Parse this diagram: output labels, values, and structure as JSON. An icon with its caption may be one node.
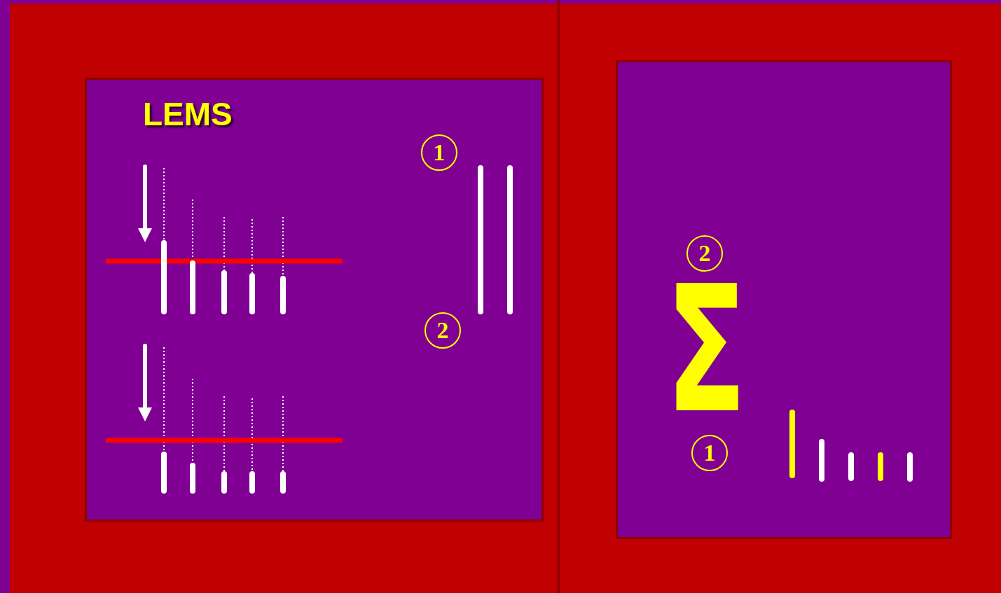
{
  "diagram": {
    "nodes": [
      {
        "text": [
          "LEMS"
        ]
      },
      {
        "text": [],
        "shape": "box"
      }
    ],
    "labels": [
      "1",
      "2",
      "2",
      "1",
      "Σ"
    ]
  }
}
